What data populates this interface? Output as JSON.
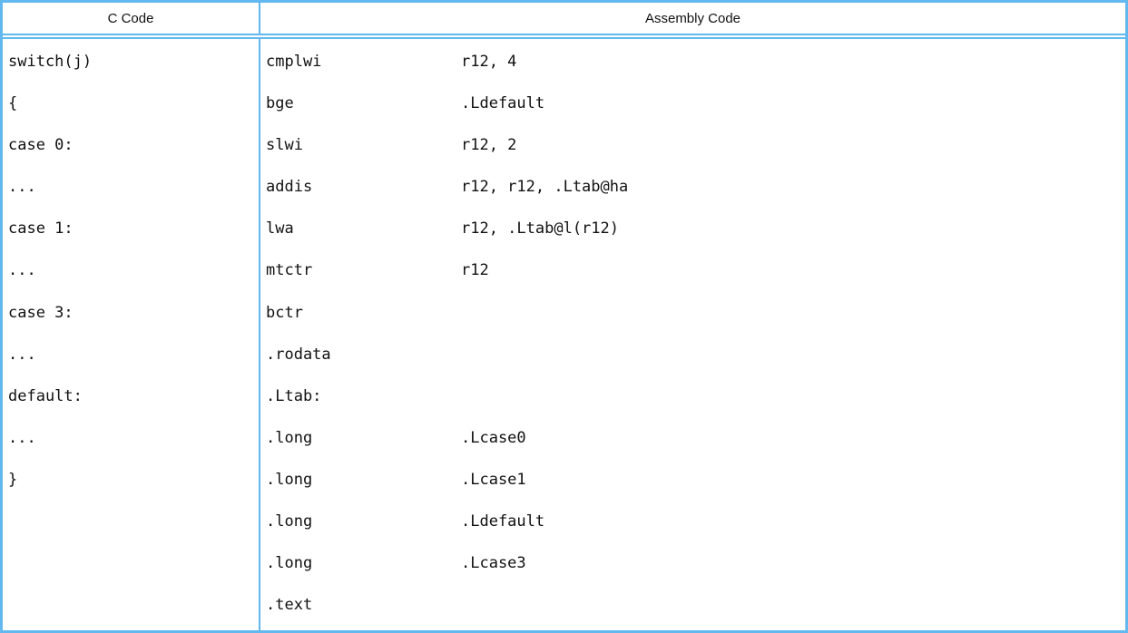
{
  "table": {
    "headers": [
      "C Code",
      "Assembly Code"
    ],
    "c_code_lines": [
      "switch(j)",
      "{",
      "case 0:",
      "...",
      "case 1:",
      "...",
      "case 3:",
      "...",
      "default:",
      "...",
      "}"
    ],
    "assembly_lines": [
      {
        "mnemonic": "cmplwi",
        "operands": "r12, 4"
      },
      {
        "mnemonic": "bge",
        "operands": ".Ldefault"
      },
      {
        "mnemonic": "slwi",
        "operands": "r12, 2"
      },
      {
        "mnemonic": "addis",
        "operands": "r12, r12, .Ltab@ha"
      },
      {
        "mnemonic": "lwa",
        "operands": "r12, .Ltab@l(r12)"
      },
      {
        "mnemonic": "mtctr",
        "operands": "r12"
      },
      {
        "mnemonic": "bctr",
        "operands": ""
      },
      {
        "mnemonic": ".rodata",
        "operands": ""
      },
      {
        "mnemonic": ".Ltab:",
        "operands": ""
      },
      {
        "mnemonic": ".long",
        "operands": ".Lcase0"
      },
      {
        "mnemonic": ".long",
        "operands": ".Lcase1"
      },
      {
        "mnemonic": ".long",
        "operands": ".Ldefault"
      },
      {
        "mnemonic": ".long",
        "operands": ".Lcase3"
      },
      {
        "mnemonic": ".text",
        "operands": ""
      }
    ],
    "colors": {
      "border": "#63b8f0",
      "text": "#111111"
    }
  }
}
